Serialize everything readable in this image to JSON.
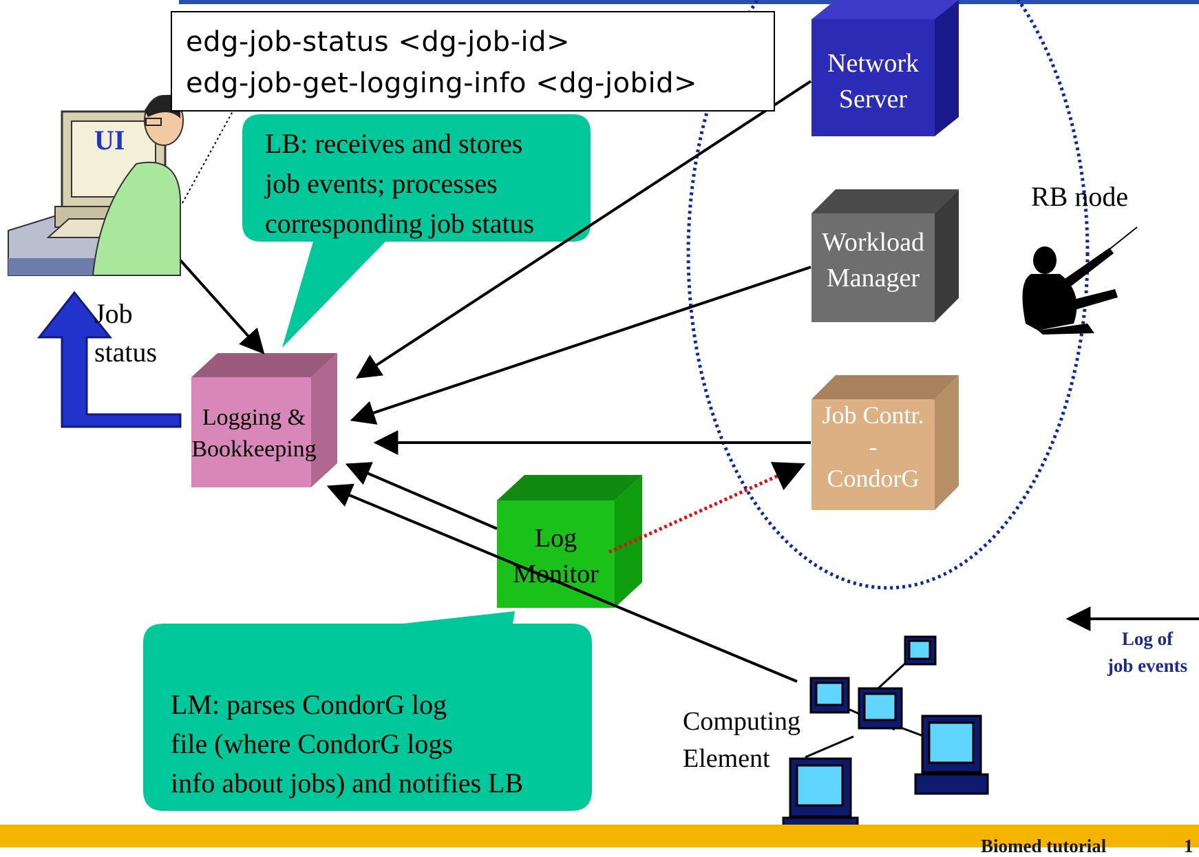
{
  "command_box": {
    "line1": "edg-job-status <dg-job-id>",
    "line2": "edg-job-get-logging-info <dg-jobid>"
  },
  "ui_label": "UI",
  "job_status_label": [
    "Job",
    "status"
  ],
  "lb_callout": [
    "LB: receives and stores",
    "job events; processes",
    "corresponding job status"
  ],
  "lm_callout": [
    "LM: parses CondorG log",
    "file (where CondorG logs",
    "info about jobs) and notifies LB"
  ],
  "boxes": {
    "network_server": [
      "Network",
      "Server"
    ],
    "workload_manager": [
      "Workload",
      "Manager"
    ],
    "job_controller": [
      "Job Contr.",
      "-",
      "CondorG"
    ],
    "log_monitor": [
      "Log",
      "Monitor"
    ],
    "logging_bookkeeping": [
      "Logging &",
      "Bookkeeping"
    ]
  },
  "rb_node_label": "RB node",
  "computing_element_label": [
    "Computing",
    "Element"
  ],
  "legend": [
    "Log of",
    "job events"
  ],
  "footer": {
    "text": "Biomed tutorial",
    "page": "1"
  },
  "colors": {
    "network_server": "#2b2bb5",
    "workload_manager": "#666666",
    "job_controller": "#ddb083",
    "log_monitor": "#19c119",
    "logging_bookkeeping": "#d986b8",
    "callout": "#00c89a",
    "job_status_arrow": "#2233cc",
    "rb_ellipse": "#0b2aa0",
    "dotted_link": "#e01010",
    "footer_bar": "#f5b400"
  }
}
